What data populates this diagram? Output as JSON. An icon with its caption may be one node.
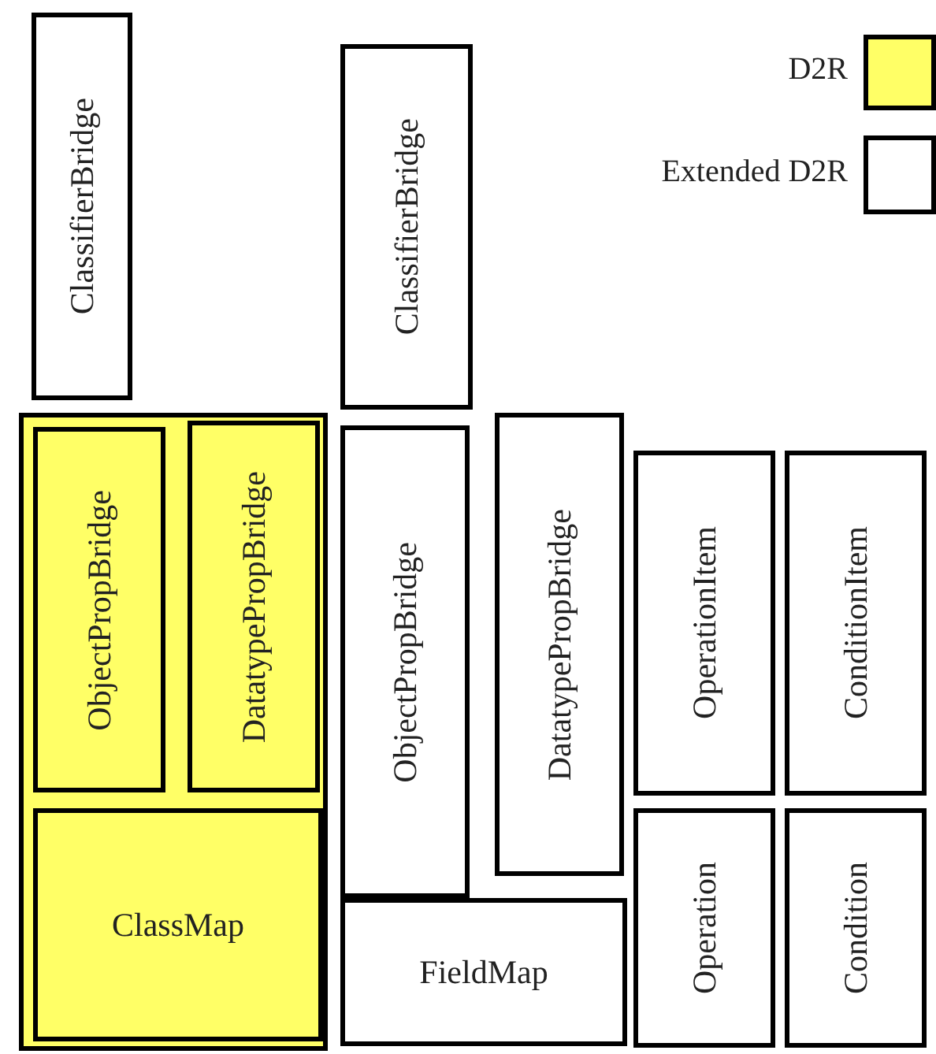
{
  "diagram": {
    "nodes": [
      {
        "text": [
          "ClassifierBridge"
        ]
      },
      {
        "text": [
          "ClassifierBridge"
        ]
      },
      {
        "text": [],
        "shape": "box"
      },
      {
        "text": [
          "ObjectPropBridge"
        ],
        "in": 2
      },
      {
        "text": [
          "DatatypePropBridge"
        ],
        "in": 2
      },
      {
        "text": [
          "ClassMap"
        ],
        "in": 2
      },
      {
        "text": [
          "ObjectPropBridge"
        ]
      },
      {
        "text": [
          "DatatypePropBridge"
        ]
      },
      {
        "text": [
          "OperationItem"
        ]
      },
      {
        "text": [
          "ConditionItem"
        ]
      },
      {
        "text": [
          "FieldMap"
        ]
      },
      {
        "text": [
          "Operation"
        ]
      },
      {
        "text": [
          "Condition"
        ]
      }
    ],
    "edges": [],
    "legend": [
      {
        "text": "D2R",
        "color": "#ffff66"
      },
      {
        "text": "Extended D2R",
        "color": "#ffffff"
      }
    ]
  }
}
